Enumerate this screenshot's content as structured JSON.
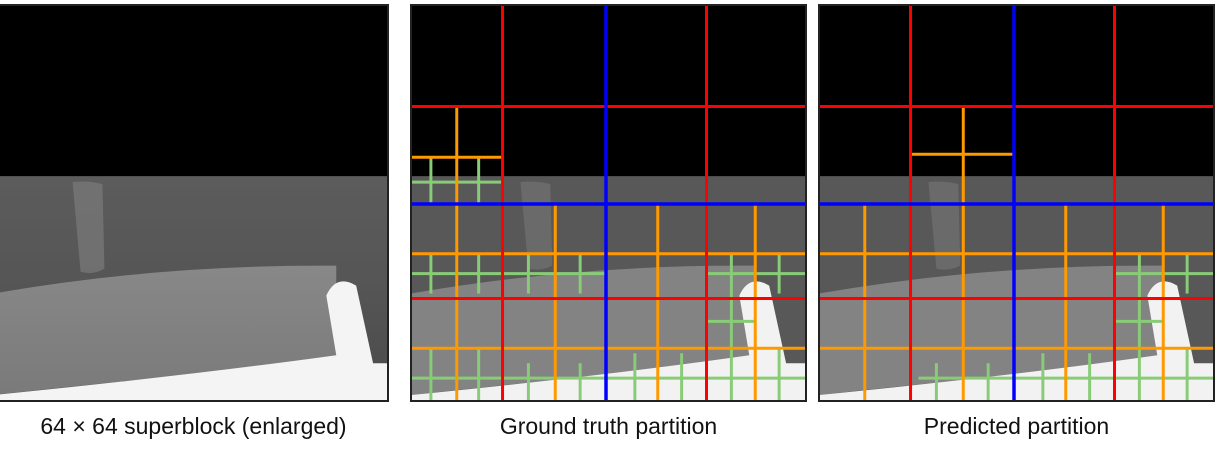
{
  "captions": {
    "superblock": "64 × 64 superblock (enlarged)",
    "ground_truth": "Ground truth partition",
    "predicted": "Predicted partition"
  },
  "colors": {
    "level_64": "#0000ff",
    "level_32": "#ff0000",
    "level_16": "#ff9900",
    "level_8": "#88cc77",
    "background_dark": "#000000",
    "background_mid": "#5a5a5a",
    "foreground_bright": "#f4f4f4"
  }
}
